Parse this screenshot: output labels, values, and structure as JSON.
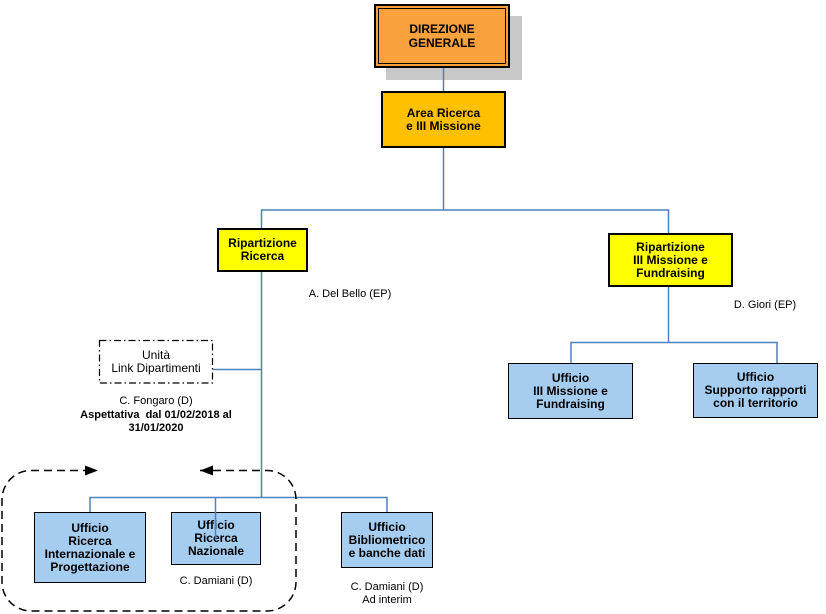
{
  "diagram": {
    "nodes": {
      "direzione_generale": {
        "label": "DIREZIONE\nGENERALE"
      },
      "area_ricerca": {
        "label": "Area Ricerca\ne III Missione"
      },
      "ripartizione_ricerca": {
        "label": "Ripartizione\nRicerca"
      },
      "ripartizione_iii_missione": {
        "label": "Ripartizione\nIII Missione e\nFundraising"
      },
      "unita_link_dipartimenti": {
        "label": "Unità\nLink Dipartimenti"
      },
      "ufficio_iii_missione": {
        "label": "Ufficio\nIII Missione e\nFundraising"
      },
      "ufficio_supporto": {
        "label": "Ufficio\nSupporto rapporti\ncon il territorio"
      },
      "ufficio_ricerca_internazionale": {
        "label": "Ufficio\nRicerca\nInternazionale e\nProgettazione"
      },
      "ufficio_ricerca_nazionale": {
        "label": "Ufficio\nRicerca\nNazionale"
      },
      "ufficio_bibliometrico": {
        "label": "Ufficio\nBibliometrico\ne banche dati"
      }
    },
    "annotations": {
      "del_bello": "A. Del Bello (EP)",
      "giori": "D. Giori (EP)",
      "fongaro": "C. Fongaro (D)",
      "fongaro_note": "Aspettativa  dal 01/02/2018 al\n31/01/2020",
      "damiani_nazionale": "C. Damiani (D)",
      "damiani_bibliometrico": "C. Damiani (D)\nAd interim"
    },
    "colors": {
      "root_orange": "#F9A13D",
      "area_amber": "#FFC000",
      "ripartizione_yellow": "#FFFF00",
      "ufficio_light_blue": "#A5CDF0",
      "connector_blue": "#4F81BD",
      "shadow_gray": "#C8C8C8"
    }
  }
}
